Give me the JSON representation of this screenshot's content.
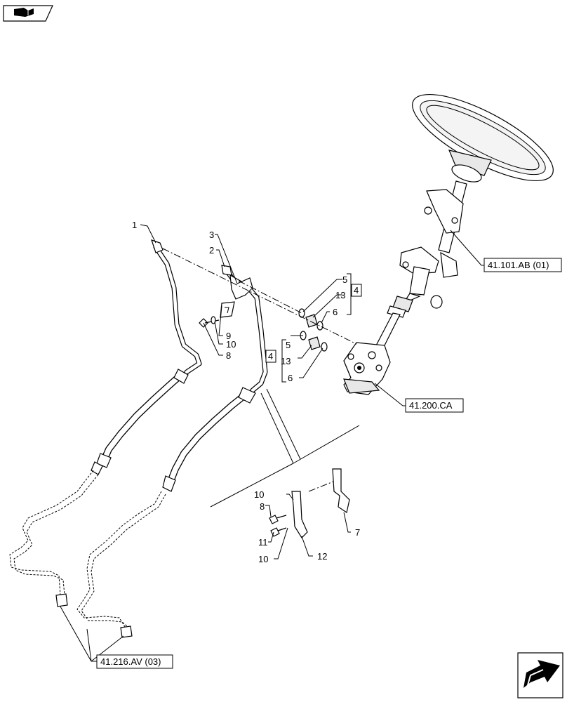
{
  "header": {
    "book_icon": "open-book-icon"
  },
  "callouts": {
    "c1": "1",
    "c2": "2",
    "c3": "3",
    "c4a": "4",
    "c4b": "4",
    "c5a": "5",
    "c5b": "5",
    "c6a": "6",
    "c6b": "6",
    "c7": "7",
    "c8a": "8",
    "c8b": "8",
    "c9": "9",
    "c10a": "10",
    "c10b": "10",
    "c10c": "10",
    "c11": "11",
    "c12": "12",
    "c13a": "13",
    "c13b": "13"
  },
  "references": {
    "steering_column": "41.101.AB (01)",
    "steering_unit": "41.200.CA",
    "lines": "41.216.AV (03)"
  },
  "footer": {
    "nav_icon": "next-page-arrow-icon"
  }
}
